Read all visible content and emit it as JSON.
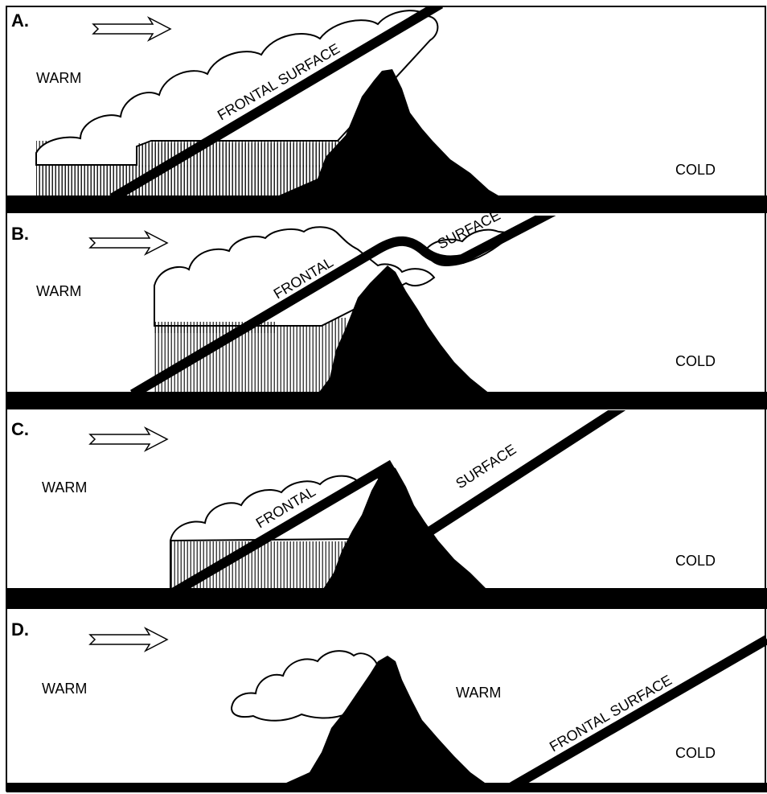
{
  "panels": [
    {
      "id": "A",
      "label": "A.",
      "warm_label": "WARM",
      "cold_label": "COLD",
      "front_labels": [
        "FRONTAL SURFACE"
      ],
      "extra_label": ""
    },
    {
      "id": "B",
      "label": "B.",
      "warm_label": "WARM",
      "cold_label": "COLD",
      "front_labels": [
        "FRONTAL",
        "SURFACE"
      ],
      "extra_label": ""
    },
    {
      "id": "C",
      "label": "C.",
      "warm_label": "WARM",
      "cold_label": "COLD",
      "front_labels": [
        "FRONTAL",
        "SURFACE"
      ],
      "extra_label": ""
    },
    {
      "id": "D",
      "label": "D.",
      "warm_label": "WARM",
      "cold_label": "COLD",
      "front_labels": [
        "FRONTAL SURFACE"
      ],
      "extra_label": "WARM"
    }
  ],
  "icons": {
    "wind": "wind-arrow-icon",
    "mountain": "mountain-icon",
    "cloud": "cloud-icon",
    "rain": "rain-hatching-icon"
  },
  "colors": {
    "ink": "#000000",
    "paper": "#ffffff"
  }
}
